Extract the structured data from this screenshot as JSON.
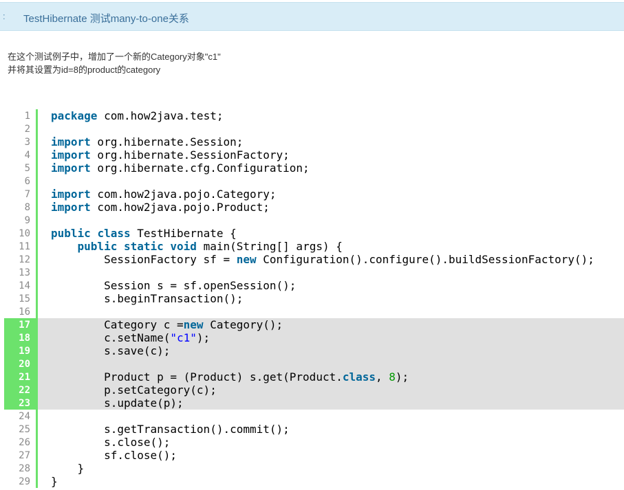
{
  "header": {
    "bullet": ":",
    "title": "TestHibernate 测试many-to-one关系"
  },
  "description": [
    "在这个测试例子中，增加了一个新的Category对象\"c1\"",
    "并将其设置为id=8的product的category"
  ],
  "code": {
    "language": "java",
    "highlighted_lines": [
      17,
      18,
      19,
      20,
      21,
      22,
      23
    ],
    "lines": [
      [
        {
          "t": "kw",
          "v": "package"
        },
        {
          "t": "",
          "v": " com.how2java.test;"
        }
      ],
      [],
      [
        {
          "t": "kw",
          "v": "import"
        },
        {
          "t": "",
          "v": " org.hibernate.Session;"
        }
      ],
      [
        {
          "t": "kw",
          "v": "import"
        },
        {
          "t": "",
          "v": " org.hibernate.SessionFactory;"
        }
      ],
      [
        {
          "t": "kw",
          "v": "import"
        },
        {
          "t": "",
          "v": " org.hibernate.cfg.Configuration;"
        }
      ],
      [],
      [
        {
          "t": "kw",
          "v": "import"
        },
        {
          "t": "",
          "v": " com.how2java.pojo.Category;"
        }
      ],
      [
        {
          "t": "kw",
          "v": "import"
        },
        {
          "t": "",
          "v": " com.how2java.pojo.Product;"
        }
      ],
      [],
      [
        {
          "t": "kw",
          "v": "public"
        },
        {
          "t": "",
          "v": " "
        },
        {
          "t": "kw",
          "v": "class"
        },
        {
          "t": "",
          "v": " TestHibernate {"
        }
      ],
      [
        {
          "t": "",
          "v": "    "
        },
        {
          "t": "kw",
          "v": "public"
        },
        {
          "t": "",
          "v": " "
        },
        {
          "t": "kw",
          "v": "static"
        },
        {
          "t": "",
          "v": " "
        },
        {
          "t": "kw",
          "v": "void"
        },
        {
          "t": "",
          "v": " main(String[] args) {"
        }
      ],
      [
        {
          "t": "",
          "v": "        SessionFactory sf = "
        },
        {
          "t": "kw",
          "v": "new"
        },
        {
          "t": "",
          "v": " Configuration().configure().buildSessionFactory();"
        }
      ],
      [],
      [
        {
          "t": "",
          "v": "        Session s = sf.openSession();"
        }
      ],
      [
        {
          "t": "",
          "v": "        s.beginTransaction();"
        }
      ],
      [],
      [
        {
          "t": "",
          "v": "        Category c ="
        },
        {
          "t": "kw",
          "v": "new"
        },
        {
          "t": "",
          "v": " Category();"
        }
      ],
      [
        {
          "t": "",
          "v": "        c.setName("
        },
        {
          "t": "str",
          "v": "\"c1\""
        },
        {
          "t": "",
          "v": ");"
        }
      ],
      [
        {
          "t": "",
          "v": "        s.save(c);"
        }
      ],
      [],
      [
        {
          "t": "",
          "v": "        Product p = (Product) s.get(Product."
        },
        {
          "t": "kw",
          "v": "class"
        },
        {
          "t": "",
          "v": ", "
        },
        {
          "t": "num",
          "v": "8"
        },
        {
          "t": "",
          "v": ");"
        }
      ],
      [
        {
          "t": "",
          "v": "        p.setCategory(c);"
        }
      ],
      [
        {
          "t": "",
          "v": "        s.update(p);"
        }
      ],
      [],
      [
        {
          "t": "",
          "v": "        s.getTransaction().commit();"
        }
      ],
      [
        {
          "t": "",
          "v": "        s.close();"
        }
      ],
      [
        {
          "t": "",
          "v": "        sf.close();"
        }
      ],
      [
        {
          "t": "",
          "v": "    }"
        }
      ],
      [
        {
          "t": "",
          "v": "}"
        }
      ]
    ]
  }
}
